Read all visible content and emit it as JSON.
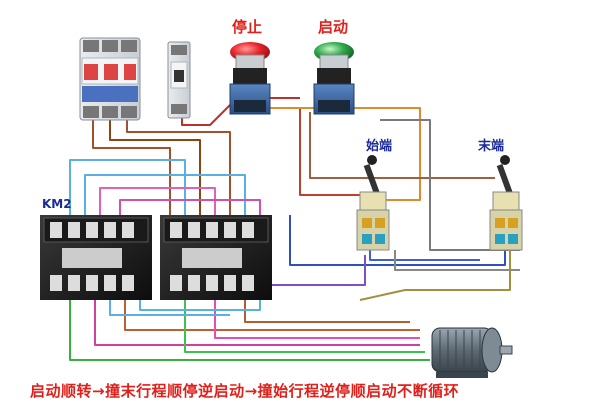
{
  "labels": {
    "stop_button": "停止",
    "start_button": "启动",
    "start_end_switch": "始端",
    "final_end_switch": "末端",
    "contactor": "KM2",
    "caption": "启动顺转→撞末行程顺停逆启动→撞始行程逆停顺启动不断循环"
  },
  "colors": {
    "stop_cap": "#e8242a",
    "start_cap": "#2ea84a",
    "caption": "#e0201a",
    "switch_label": "#1a2a9a"
  }
}
